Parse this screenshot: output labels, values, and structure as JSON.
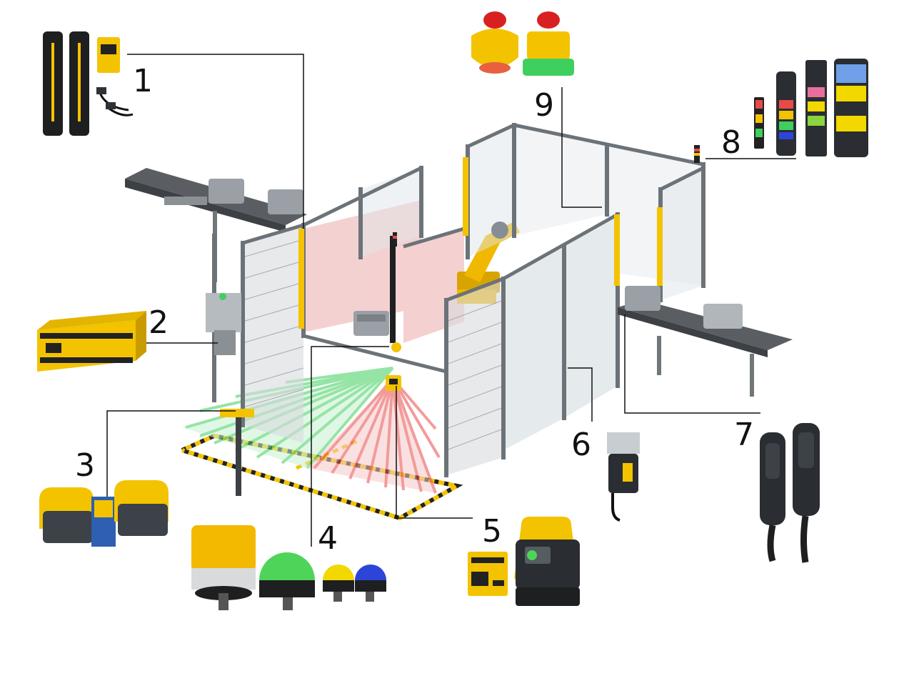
{
  "callouts": {
    "c1": "1",
    "c2": "2",
    "c3": "3",
    "c4": "4",
    "c5": "5",
    "c6": "6",
    "c7": "7",
    "c8": "8",
    "c9": "9"
  },
  "colors": {
    "frame": "#6c7378",
    "safety_yellow": "#f3c300",
    "zone_green": "#3fcf5f",
    "zone_red": "#e84a4a",
    "robot": "#f0b800",
    "leader_line": "#111111"
  },
  "products": {
    "p1": "light-curtain-and-safety-controller-icon",
    "p2": "safety-controller-module-icon",
    "p3": "two-hand-control-station-icon",
    "p4": "indicator-lights-icon",
    "p5": "safety-laser-scanner-icon",
    "p6": "safety-door-switch-icon",
    "p7": "enabling-device-icon",
    "p8": "tower-lights-icon",
    "p9": "emergency-stop-buttons-icon"
  }
}
